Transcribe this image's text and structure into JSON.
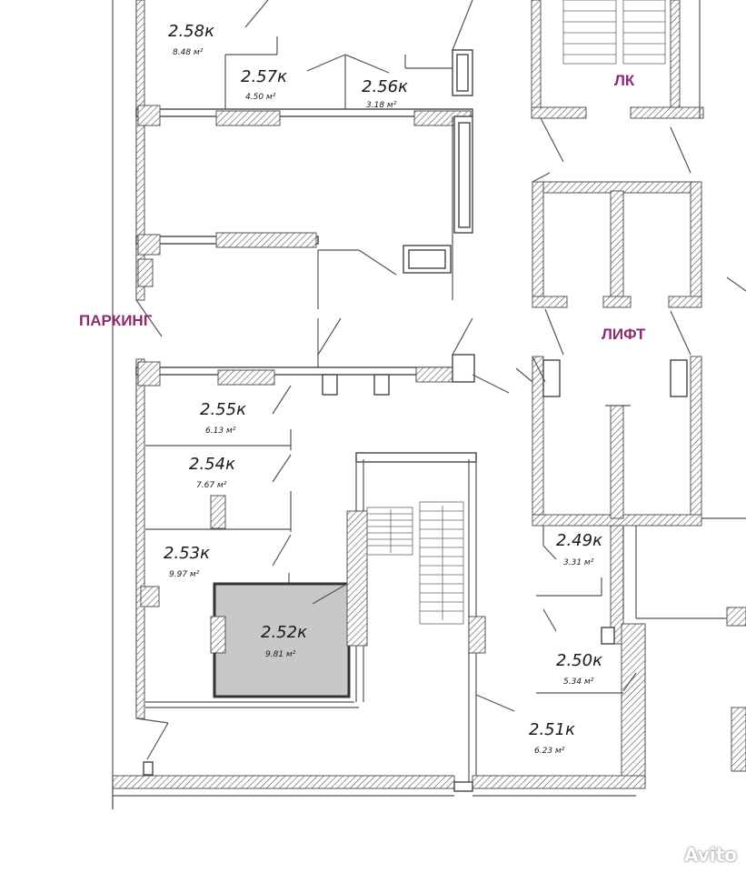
{
  "rooms": [
    {
      "name": "2.58к",
      "area": "8.48 м²"
    },
    {
      "name": "2.57к",
      "area": "4.50 м²"
    },
    {
      "name": "2.56к",
      "area": "3.18 м²"
    },
    {
      "name": "2.55к",
      "area": "6.13 м²"
    },
    {
      "name": "2.54к",
      "area": "7.67 м²"
    },
    {
      "name": "2.53к",
      "area": "9.97 м²"
    },
    {
      "name": "2.52к",
      "area": "9.81 м²"
    },
    {
      "name": "2.49к",
      "area": "3.31 м²"
    },
    {
      "name": "2.50к",
      "area": "5.34 м²"
    },
    {
      "name": "2.51к",
      "area": "6.23 м²"
    }
  ],
  "zones": {
    "parking": "ПАРКИНГ",
    "lift": "ЛИФТ",
    "lk": "ЛК"
  },
  "highlighted_room": "2.52к",
  "watermark": "Avito",
  "colors": {
    "zone_label": "#8e2a72",
    "highlight_fill": "#c8c8c8",
    "wall_stroke": "#444444"
  }
}
